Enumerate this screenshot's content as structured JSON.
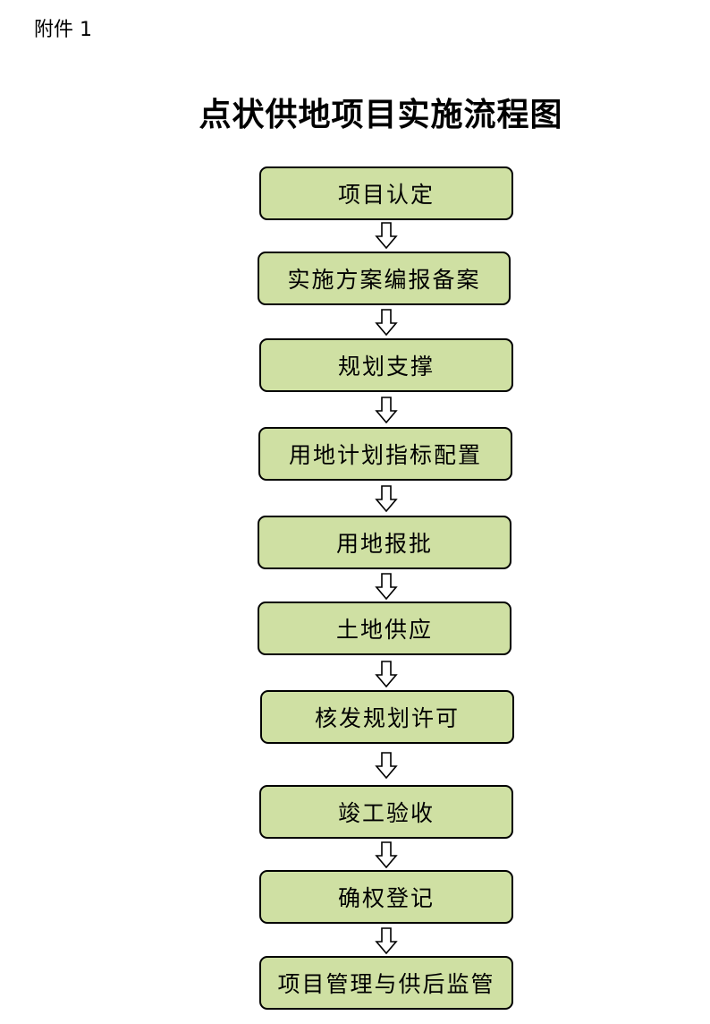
{
  "attachment_label": "附件 1",
  "title": "点状供地项目实施流程图",
  "steps": [
    "项目认定",
    "实施方案编报备案",
    "规划支撑",
    "用地计划指标配置",
    "用地报批",
    "土地供应",
    "核发规划许可",
    "竣工验收",
    "确权登记",
    "项目管理与供后监管"
  ],
  "colors": {
    "box_fill": "#cfe0a3",
    "box_border": "#000000",
    "arrow": "#000000"
  }
}
